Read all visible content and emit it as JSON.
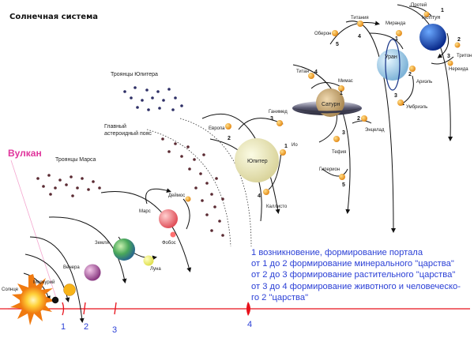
{
  "title": "Солнечная система",
  "vulkan": "Вулкан",
  "axis_numbers": [
    "1",
    "2",
    "3",
    "4"
  ],
  "groups": {
    "jupiter_trojans": "Троянцы Юпитера",
    "mars_trojans": "Троянцы Марса",
    "asteroid_belt_line1": "Главный",
    "asteroid_belt_line2": "астероидный пояс"
  },
  "bodies": {
    "sun": "Солнце",
    "mercury": "Меркурий",
    "venus": "Венера",
    "earth": "Земля",
    "moon": "Луна",
    "mars": "Марс",
    "deimos": "Деймос",
    "phobos": "Фобос",
    "jupiter": "Юпитер",
    "europa": "Европа",
    "ganymede": "Ганимед",
    "io": "Ио",
    "callisto": "Каллисто",
    "saturn": "Сатурн",
    "titan": "Титан",
    "mimas": "Мимас",
    "enceladus": "Энцелад",
    "tethys": "Тефия",
    "hyperion": "Гиперион",
    "uranus": "Уран",
    "titania": "Титания",
    "oberon": "Оберон",
    "miranda": "Миранда",
    "ariel": "Ариэль",
    "umbriel": "Умбриэль",
    "neptune": "Нептун",
    "proteus": "Протей",
    "triton": "Тритон",
    "nereid": "Нереида"
  },
  "legend": [
    "1 возникновение, формирование портала",
    "от 1 до 2 формирование минерального \"царства\"",
    "от 2 до 3 формирование растительного \"царства\"",
    "от 3 до 4 формирование животного и человеческо-",
    "го 2 \"царства\""
  ],
  "colors": {
    "axis": "#e8101a",
    "legend_text": "#2a3fd6",
    "vulkan": "#e0359c",
    "moon_orange": "#f0a028",
    "asteroid": "#5a2a32",
    "trojan": "#2e2f66"
  }
}
